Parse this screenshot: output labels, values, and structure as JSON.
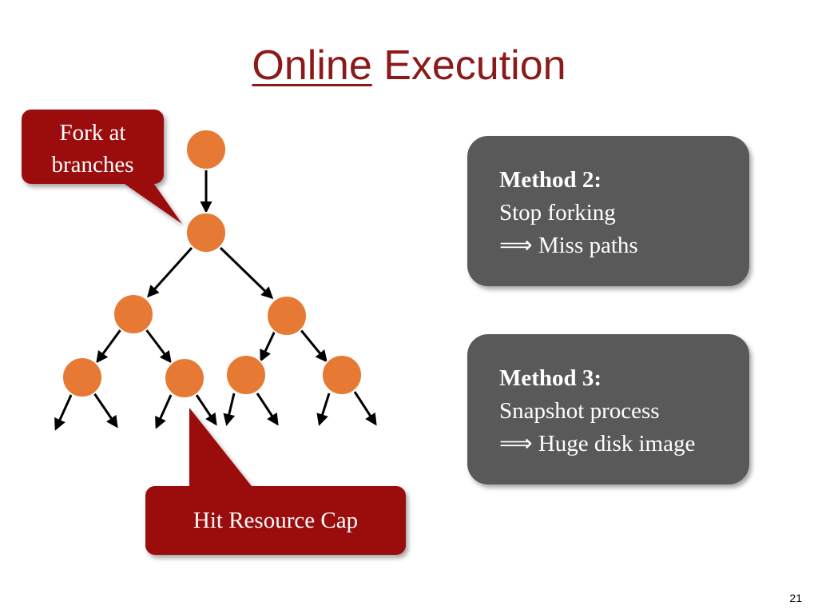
{
  "title": {
    "underlined_word": "Online",
    "rest": "Execution"
  },
  "callouts": {
    "fork": {
      "line1": "Fork at",
      "line2": "branches"
    },
    "cap": "Hit Resource Cap"
  },
  "methods": [
    {
      "heading": "Method 2:",
      "line1": "Stop forking",
      "line2": "⟹ Miss paths"
    },
    {
      "heading": "Method 3:",
      "line1": "Snapshot process",
      "line2": "⟹ Huge disk image"
    }
  ],
  "page_number": "21",
  "colors": {
    "title": "#8b1a1a",
    "callout": "#9b0a0a",
    "node": "#e67a35",
    "method_box": "#595959"
  }
}
